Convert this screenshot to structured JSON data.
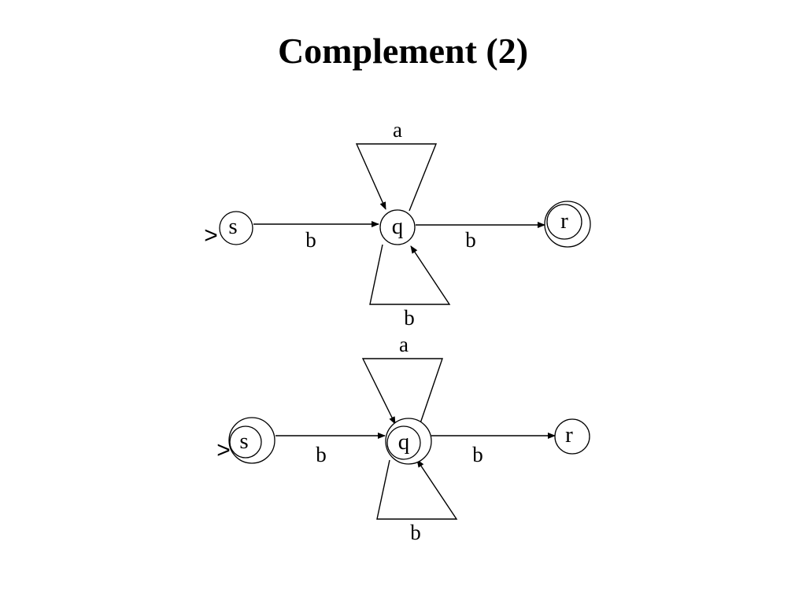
{
  "slide": {
    "title": "Complement (2)"
  },
  "automata": [
    {
      "name": "",
      "states": [
        {
          "id": "s",
          "label": "s",
          "accepting": false,
          "start": true
        },
        {
          "id": "q",
          "label": "q",
          "accepting": false,
          "start": false
        },
        {
          "id": "r",
          "label": "r",
          "accepting": true,
          "start": false
        }
      ],
      "start_marker": ">",
      "transitions": [
        {
          "from": "s",
          "to": "q",
          "label": "b"
        },
        {
          "from": "q",
          "to": "q",
          "label": "a"
        },
        {
          "from": "q",
          "to": "q",
          "label": "b"
        },
        {
          "from": "q",
          "to": "r",
          "label": "b"
        }
      ]
    },
    {
      "name": "",
      "states": [
        {
          "id": "s",
          "label": "s",
          "accepting": true,
          "start": true
        },
        {
          "id": "q",
          "label": "q",
          "accepting": true,
          "start": false
        },
        {
          "id": "r",
          "label": "r",
          "accepting": false,
          "start": false
        }
      ],
      "start_marker": ">",
      "transitions": [
        {
          "from": "s",
          "to": "q",
          "label": "b"
        },
        {
          "from": "q",
          "to": "q",
          "label": "a"
        },
        {
          "from": "q",
          "to": "q",
          "label": "b"
        },
        {
          "from": "q",
          "to": "r",
          "label": "b"
        }
      ]
    }
  ]
}
